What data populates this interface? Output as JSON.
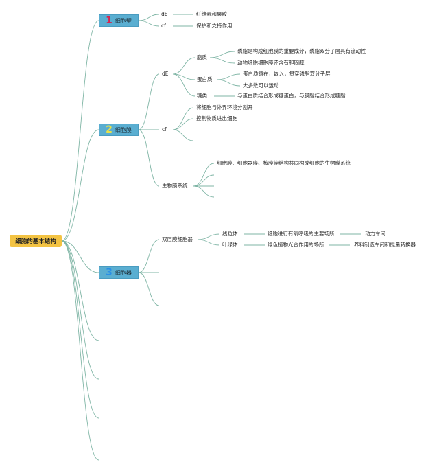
{
  "root": "细胞的基本结构",
  "topics": [
    {
      "number": "1",
      "number_color": "#d6244f",
      "label": "细胞壁"
    },
    {
      "number": "2",
      "number_color": "#e8e14a",
      "label": "细胞膜"
    },
    {
      "number": "3",
      "number_color": "#2a8fe6",
      "label": "细胞器"
    }
  ],
  "wall": {
    "de": {
      "label": "dE",
      "value": "纤维素和果胶"
    },
    "cf": {
      "label": "cf",
      "value": "保护和支持作用"
    }
  },
  "membrane": {
    "de": {
      "label": "dE",
      "lipid": {
        "label": "脂质",
        "items": [
          "磷脂是构成细胞膜的重要成分，磷脂双分子层具有流动性",
          "动物细胞细胞膜还含有胆固醇"
        ]
      },
      "protein": {
        "label": "蛋白质",
        "items": [
          "蛋白质镶在，嵌入，贯穿磷脂双分子层",
          "大多数可以运动"
        ]
      },
      "sugar": {
        "label": "糖类",
        "value": "与蛋白质结合形成糖蛋白，与膜脂结合形成糖脂"
      }
    },
    "cf": {
      "label": "cf",
      "items": [
        "将细胞与外界环境分割开",
        "控制物质进出细胞"
      ]
    },
    "biosystem": {
      "label": "生物膜系统",
      "items": [
        "细胞膜、细胞器膜、核膜等结构共同构成细胞的生物膜系统"
      ]
    }
  },
  "organelle": {
    "double": {
      "label": "双层膜细胞器",
      "rows": [
        {
          "name": "线粒体",
          "desc": "细胞进行有氧呼吸的主要场所",
          "role": "动力车间"
        },
        {
          "name": "叶绿体",
          "desc": "绿色植物光合作用的场所",
          "role": "养料制造车间和能量转换器"
        }
      ]
    }
  },
  "colors": {
    "link": "#7fb5a5",
    "root": "#f3c343",
    "topic": "#5aaed1"
  }
}
